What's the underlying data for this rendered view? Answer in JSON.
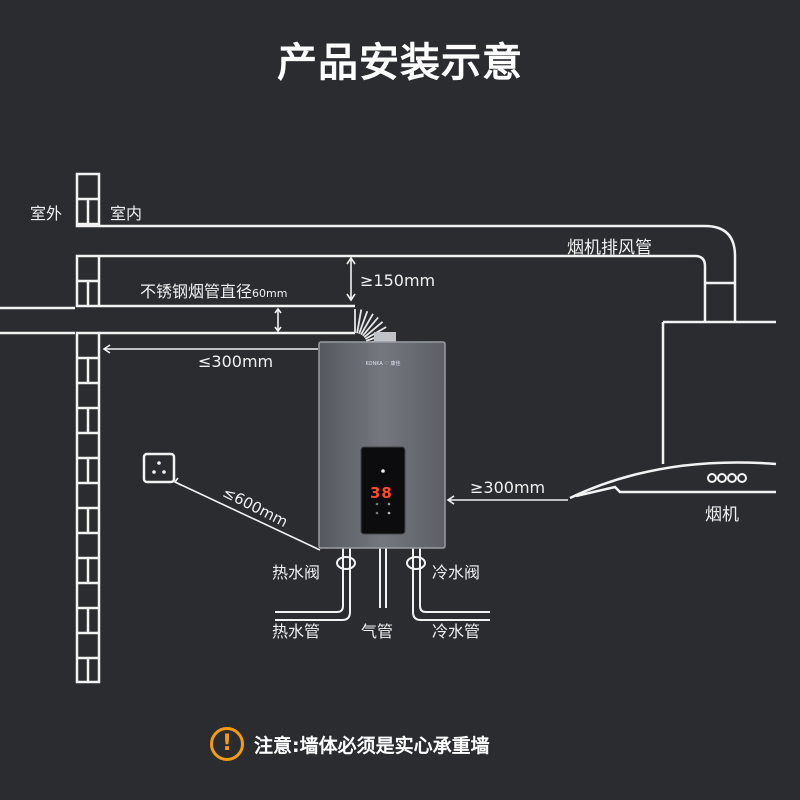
{
  "title": "产品安装示意",
  "labels": {
    "outdoor": "室外",
    "indoor": "室内",
    "hood_exhaust_pipe": "烟机排风管",
    "flue_pipe": "不锈钢烟管直径",
    "flue_diameter": "60mm",
    "clearance_top": "≥150mm",
    "flue_length": "≤300mm",
    "socket_distance": "≤600mm",
    "hood_distance": "≥300mm",
    "range_hood": "烟机",
    "hot_water_valve": "热水阀",
    "cold_water_valve": "冷水阀",
    "hot_water_pipe": "热水管",
    "gas_pipe": "气管",
    "cold_water_pipe": "冷水管"
  },
  "heater": {
    "brand": "KONKA ♡ 康佳",
    "display_value": "38"
  },
  "icons": {
    "warning": "!"
  },
  "notice": "注意:墙体必须是实心承重墙",
  "colors": {
    "background": "#2b2c30",
    "line": "#f2f2f2",
    "heater_body": "#6b6e75",
    "display_digits": "#ff4a2a",
    "warning": "#f39c12"
  }
}
